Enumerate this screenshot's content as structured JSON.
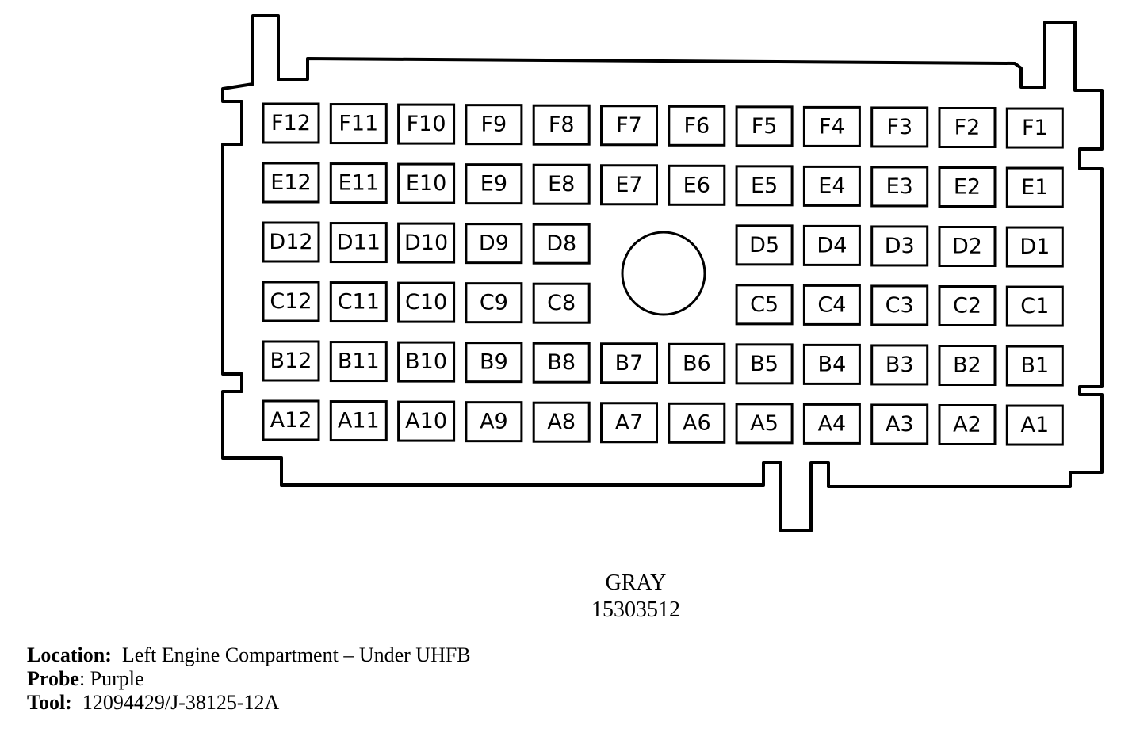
{
  "connector": {
    "rows": [
      {
        "row": "F",
        "pins": [
          "F12",
          "F11",
          "F10",
          "F9",
          "F8",
          "F7",
          "F6",
          "F5",
          "F4",
          "F3",
          "F2",
          "F1"
        ]
      },
      {
        "row": "E",
        "pins": [
          "E12",
          "E11",
          "E10",
          "E9",
          "E8",
          "E7",
          "E6",
          "E5",
          "E4",
          "E3",
          "E2",
          "E1"
        ]
      },
      {
        "row": "D",
        "pins": [
          "D12",
          "D11",
          "D10",
          "D9",
          "D8",
          null,
          null,
          "D5",
          "D4",
          "D3",
          "D2",
          "D1"
        ]
      },
      {
        "row": "C",
        "pins": [
          "C12",
          "C11",
          "C10",
          "C9",
          "C8",
          null,
          null,
          "C5",
          "C4",
          "C3",
          "C2",
          "C1"
        ]
      },
      {
        "row": "B",
        "pins": [
          "B12",
          "B11",
          "B10",
          "B9",
          "B8",
          "B7",
          "B6",
          "B5",
          "B4",
          "B3",
          "B2",
          "B1"
        ]
      },
      {
        "row": "A",
        "pins": [
          "A12",
          "A11",
          "A10",
          "A9",
          "A8",
          "A7",
          "A6",
          "A5",
          "A4",
          "A3",
          "A2",
          "A1"
        ]
      }
    ],
    "color": "GRAY",
    "part_number": "15303512"
  },
  "info": {
    "location_label": "Location:",
    "location_value": "Left Engine Compartment – Under UHFB",
    "probe_label": "Probe",
    "probe_value": ": Purple",
    "tool_label": "Tool:",
    "tool_value": "12094429/J-38125-12A"
  }
}
